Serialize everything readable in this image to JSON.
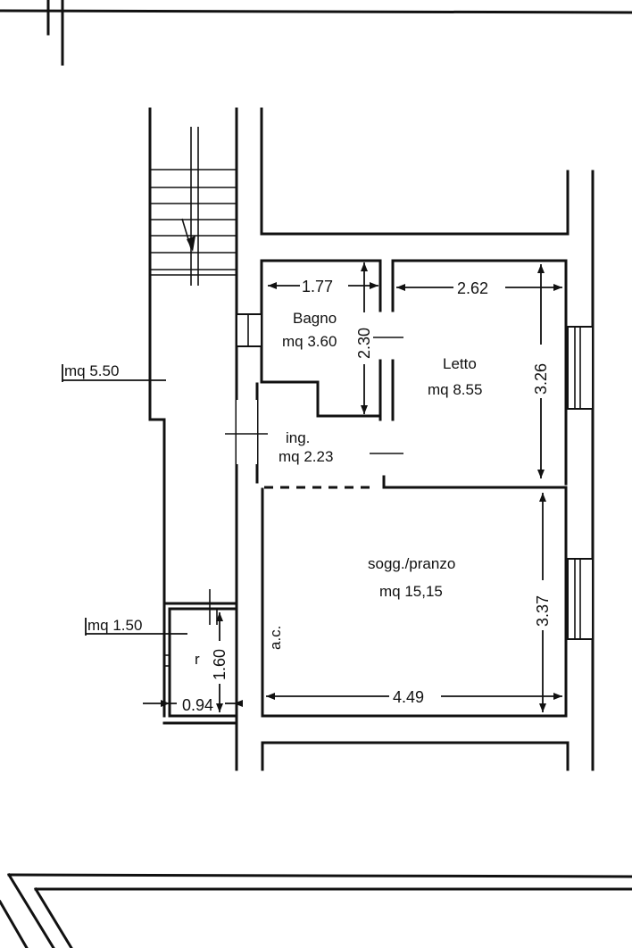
{
  "rooms": {
    "bagno": {
      "name": "Bagno",
      "area": "mq 3.60"
    },
    "letto": {
      "name": "Letto",
      "area": "mq 8.55"
    },
    "ingresso": {
      "name": "ing.",
      "area": "mq 2.23"
    },
    "soggiorno": {
      "name": "sogg./pranzo",
      "area": "mq 15,15"
    },
    "ripostiglio": {
      "name": "r"
    },
    "corridoio": {
      "area_label": "mq 5.50"
    },
    "ripostiglio_area": {
      "area_label": "mq 1.50"
    }
  },
  "dimensions": {
    "bagno_width": "1.77",
    "bagno_height": "2.30",
    "letto_width": "2.62",
    "letto_height": "3.26",
    "soggiorno_height": "3.37",
    "soggiorno_width": "4.49",
    "ripostiglio_height": "1.60",
    "ripostiglio_width": "0.94"
  },
  "annotations": {
    "ac": "a.c."
  }
}
